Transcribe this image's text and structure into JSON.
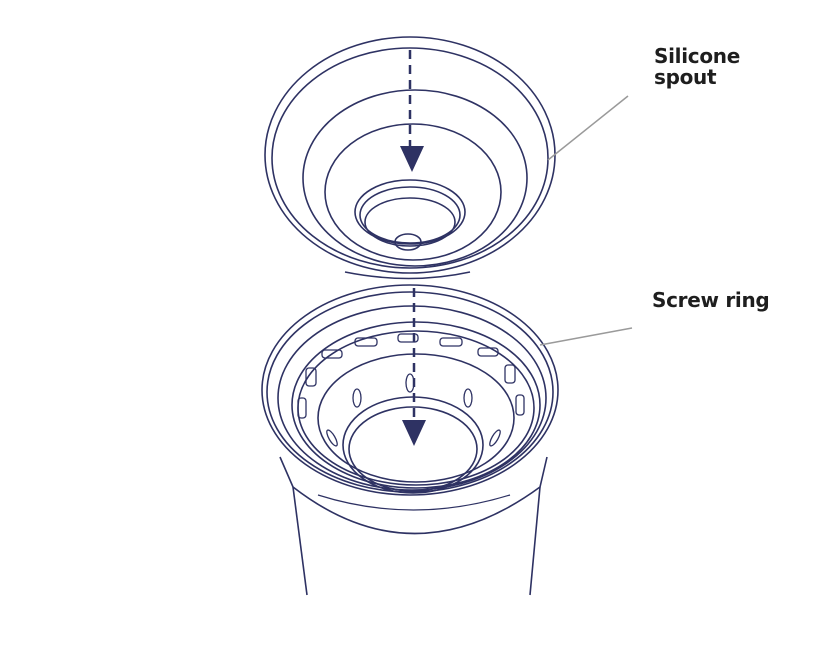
{
  "labels": {
    "silicone_spout": [
      "Silicone",
      "spout"
    ],
    "screw_ring": "Screw ring"
  },
  "colors": {
    "line": "#2e3263",
    "leader": "#9a9a9a",
    "text": "#1e1e1e"
  }
}
